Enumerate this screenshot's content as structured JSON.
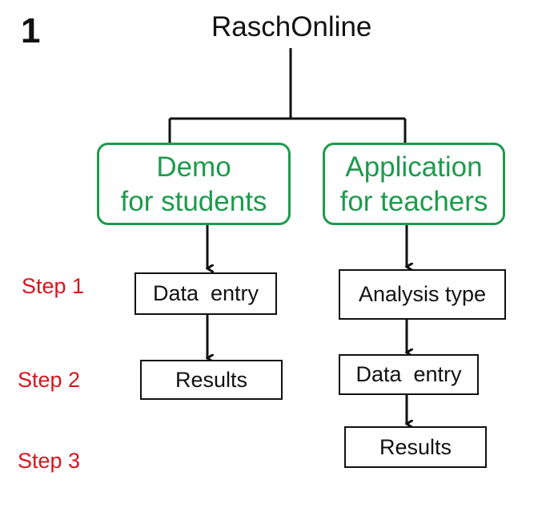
{
  "panel_number": "1",
  "root": {
    "title": "RaschOnline"
  },
  "branches": [
    {
      "title_line1": "Demo",
      "title_line2": "for students",
      "steps": [
        "Data  entry",
        "Results"
      ]
    },
    {
      "title_line1": "Application",
      "title_line2": "for teachers",
      "steps": [
        "Analysis type",
        "Data  entry",
        "Results"
      ]
    }
  ],
  "step_labels": [
    "Step 1",
    "Step 2",
    "Step 3"
  ],
  "colors": {
    "green": "#1e9a4d",
    "red": "#d4161f",
    "line": "#111111"
  }
}
